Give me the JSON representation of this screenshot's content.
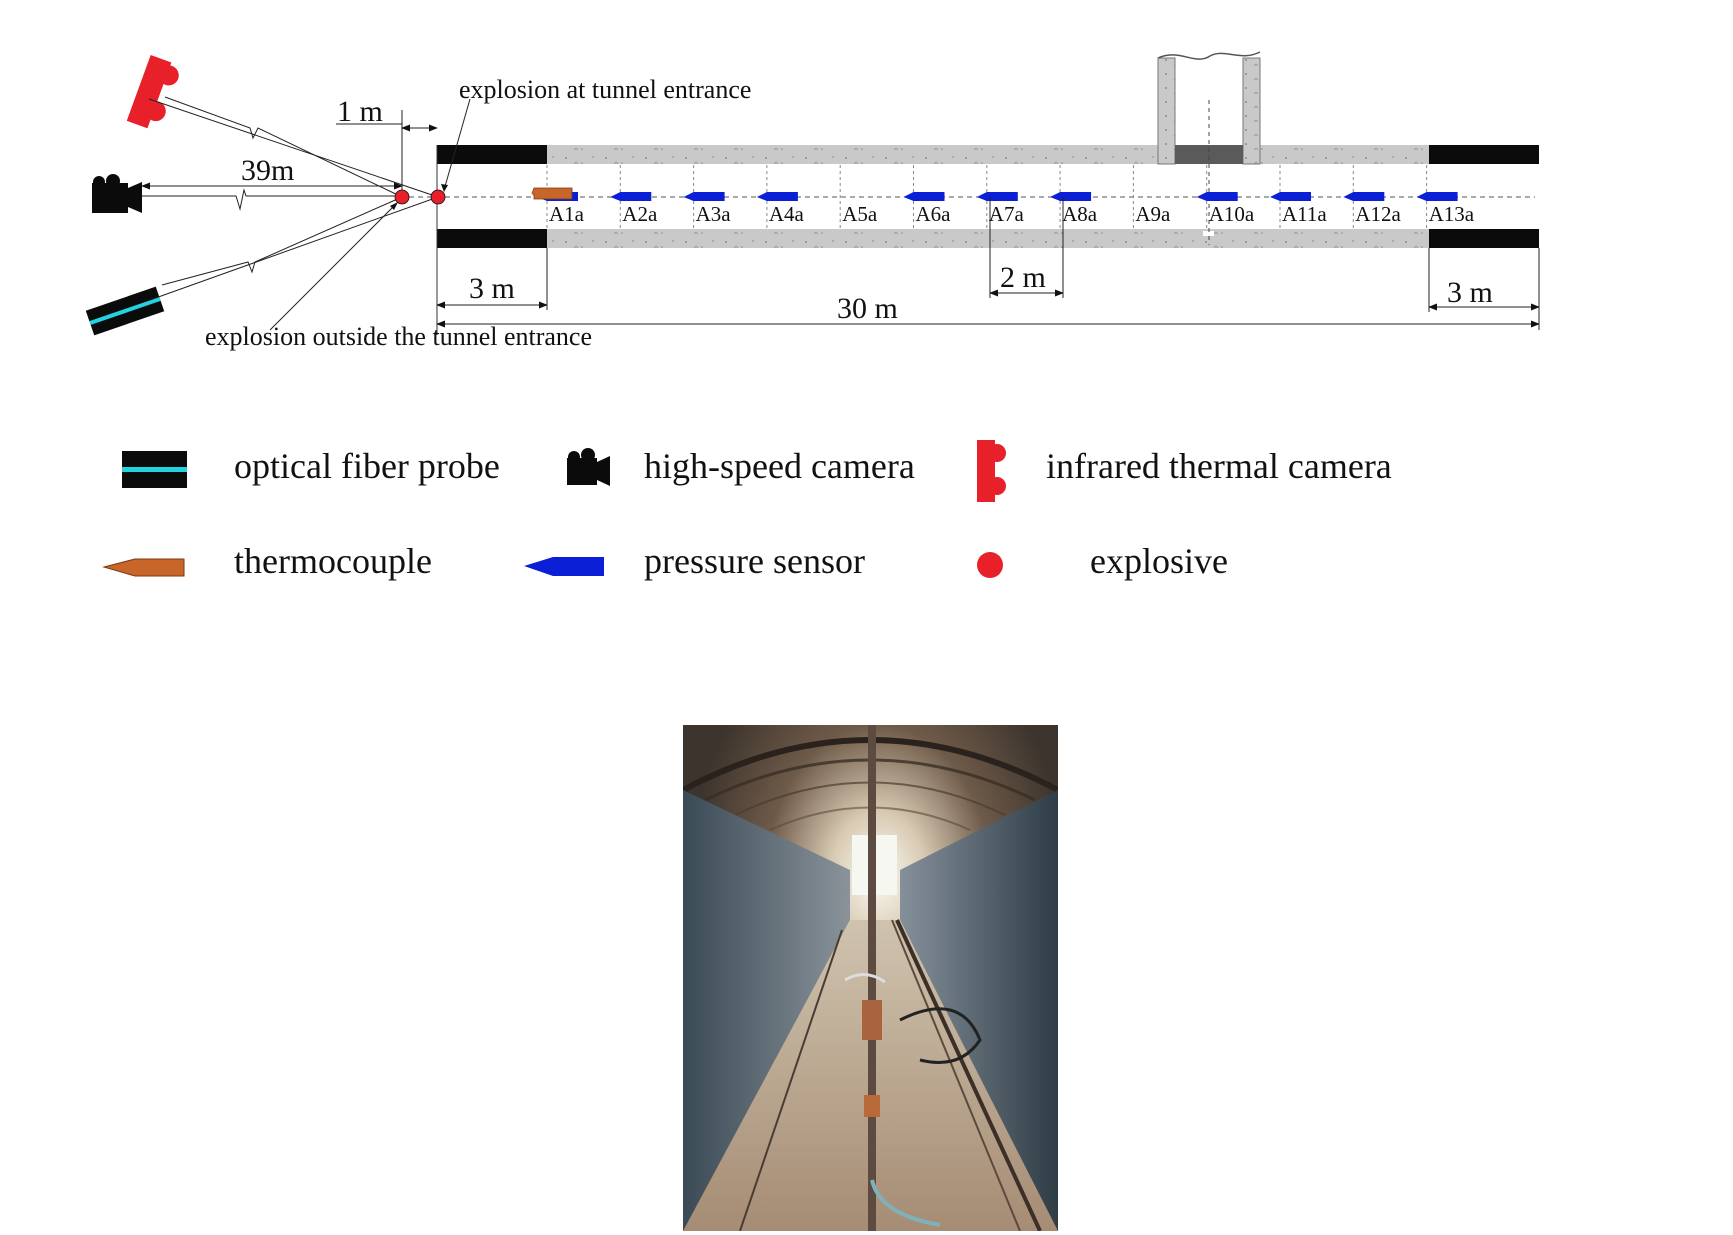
{
  "diagram": {
    "annotations": {
      "entrance_explosion": "explosion at tunnel entrance",
      "outside_explosion": "explosion outside the tunnel entrance"
    },
    "dimensions": {
      "one_m": "1 m",
      "thirty_nine_m": "39m",
      "three_m_left": "3 m",
      "two_m": "2 m",
      "thirty_m": "30 m",
      "three_m_right": "3 m"
    },
    "sensors": [
      {
        "label": "A1a"
      },
      {
        "label": "A2a"
      },
      {
        "label": "A3a"
      },
      {
        "label": "A4a"
      },
      {
        "label": "A5a"
      },
      {
        "label": "A6a"
      },
      {
        "label": "A7a"
      },
      {
        "label": "A8a"
      },
      {
        "label": "A9a"
      },
      {
        "label": "A10a"
      },
      {
        "label": "A11a"
      },
      {
        "label": "A12a"
      },
      {
        "label": "A13a"
      }
    ]
  },
  "legend": {
    "optical_fiber_probe": "optical fiber probe",
    "high_speed_camera": "high-speed camera",
    "infrared_thermal_camera": "infrared thermal camera",
    "thermocouple": "thermocouple",
    "pressure_sensor": "pressure sensor",
    "explosive": "explosive"
  },
  "colors": {
    "explosive": "#e8202a",
    "pressure_sensor": "#0a1fd6",
    "thermocouple": "#c8662a",
    "optical_fiber_stripe": "#22d3e0",
    "concrete": "#c9c9c9"
  }
}
